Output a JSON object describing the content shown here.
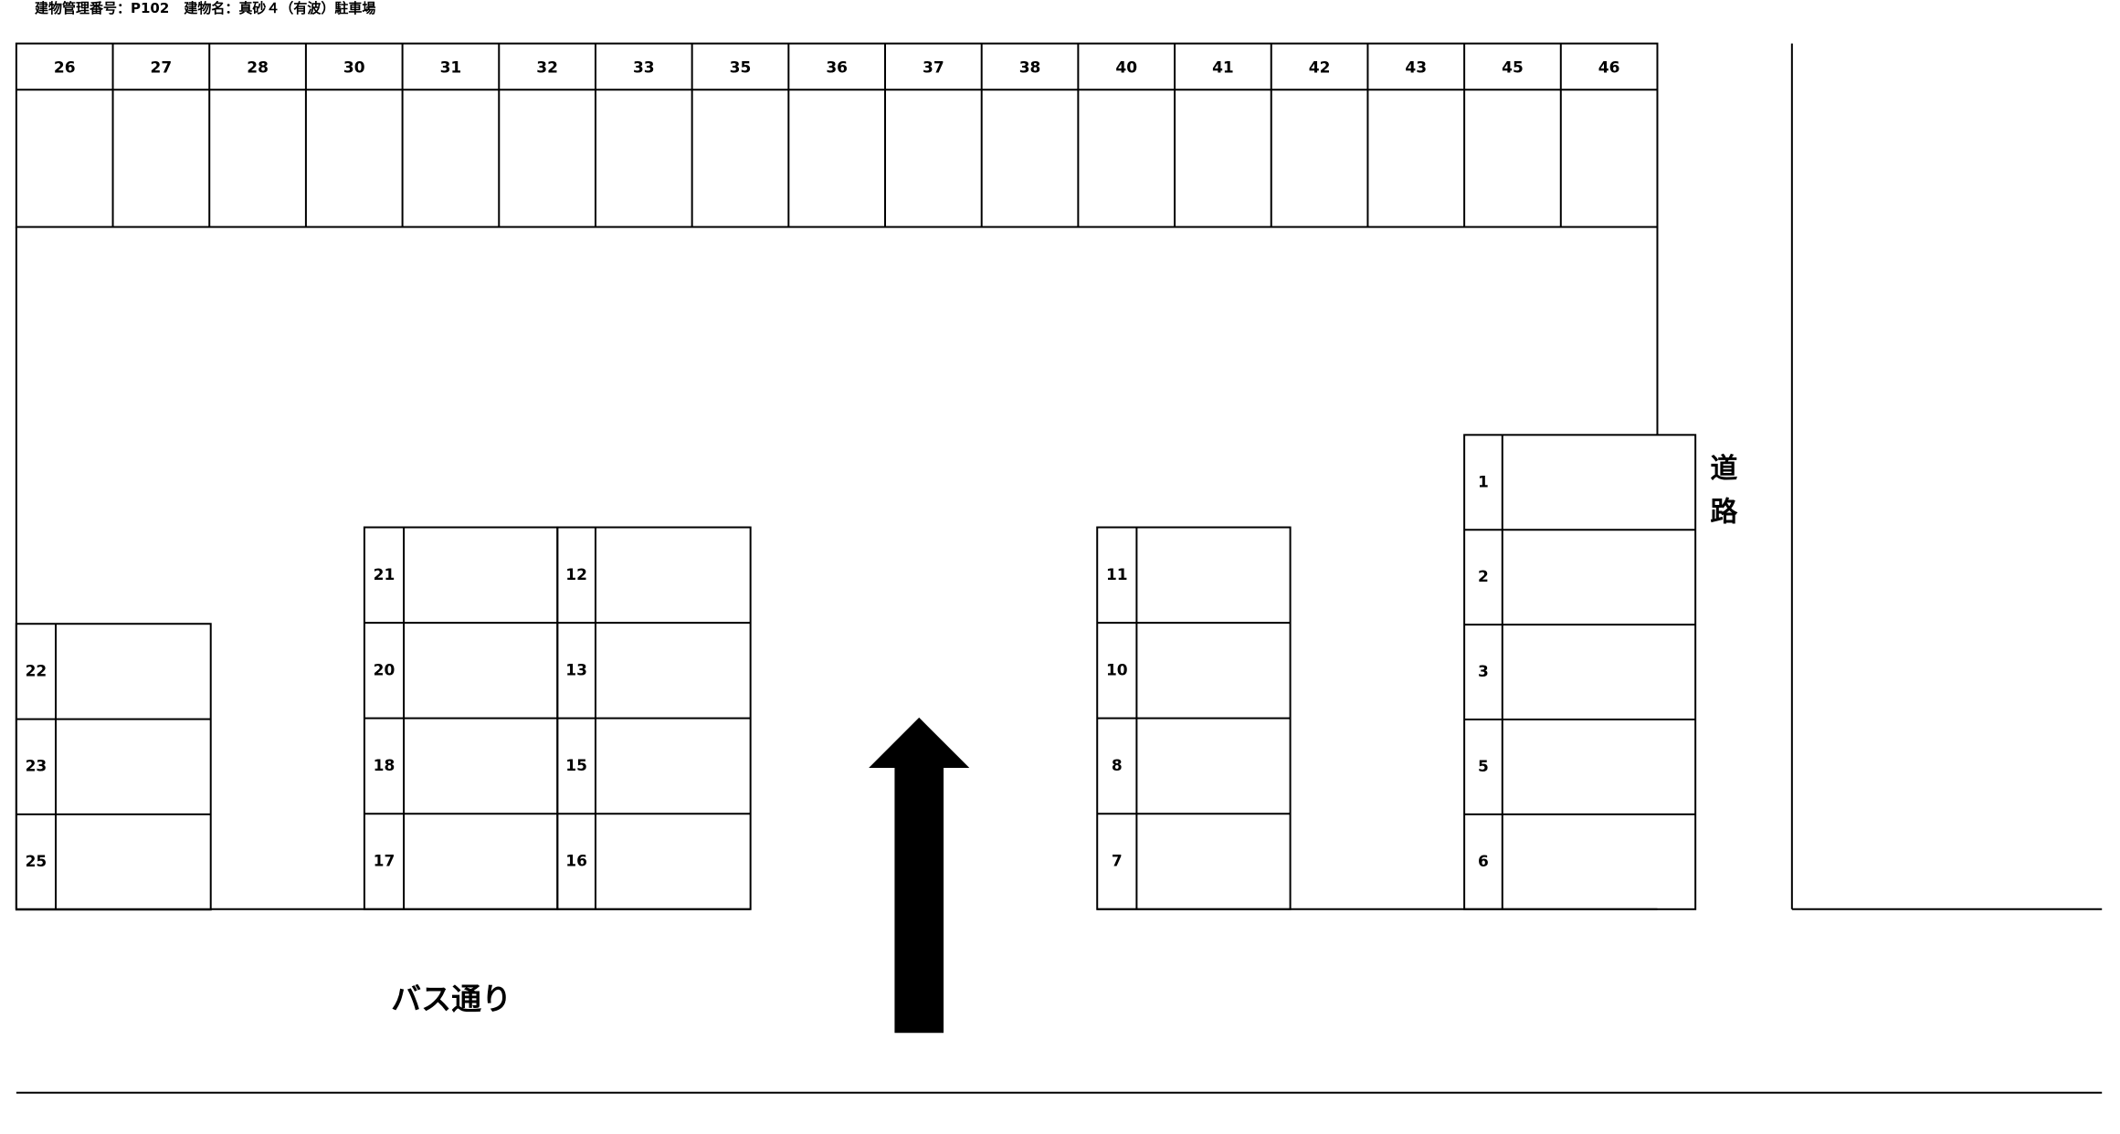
{
  "header": {
    "management_number": "建物管理番号：P102",
    "building_name": "建物名：真砂４（有波）駐車場"
  },
  "top_row_spaces": [
    "26",
    "27",
    "28",
    "30",
    "31",
    "32",
    "33",
    "35",
    "36",
    "37",
    "38",
    "40",
    "41",
    "42",
    "43",
    "45",
    "46"
  ],
  "stall_groups": [
    {
      "name": "left-block",
      "spaces": [
        "22",
        "23",
        "25"
      ]
    },
    {
      "name": "center-left-block-a",
      "spaces": [
        "21",
        "20",
        "18",
        "17"
      ]
    },
    {
      "name": "center-left-block-b",
      "spaces": [
        "12",
        "13",
        "15",
        "16"
      ]
    },
    {
      "name": "center-right-block",
      "spaces": [
        "11",
        "10",
        "8",
        "7"
      ]
    },
    {
      "name": "right-block",
      "spaces": [
        "1",
        "2",
        "3",
        "5",
        "6"
      ]
    }
  ],
  "labels": {
    "road_line1": "道",
    "road_line2": "路",
    "bus_street": "バス通り"
  },
  "colors": {
    "line": "#000000",
    "background": "#ffffff",
    "arrow": "#000000"
  },
  "icons": {
    "entrance_arrow": "arrow-up-icon"
  }
}
